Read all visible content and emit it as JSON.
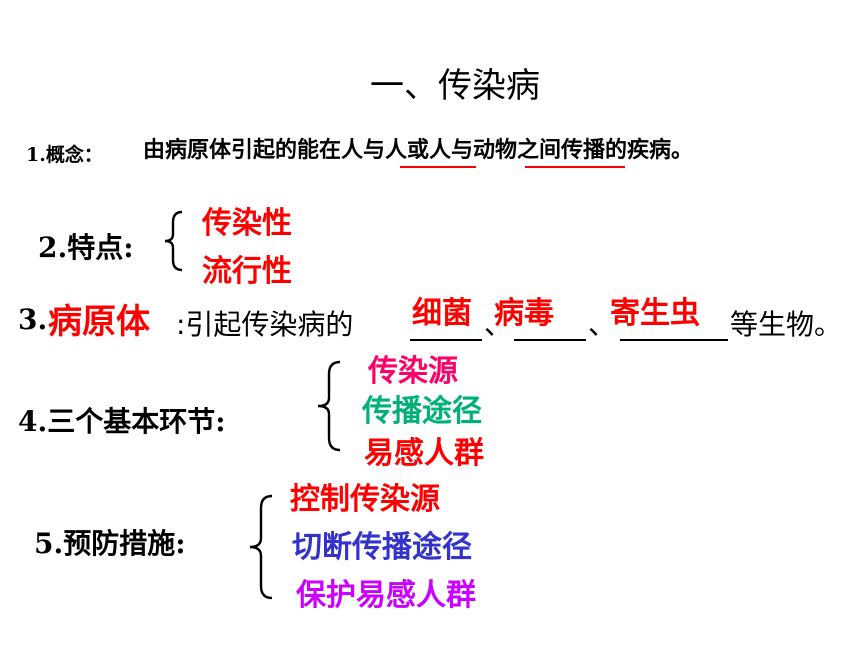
{
  "title": "一、传染病",
  "concept": {
    "label": "1.概念：",
    "text": "由病原体引起的能在人与人或人与动物之间传播的疾病。"
  },
  "features": {
    "label": "2.特点:",
    "items": [
      "传染性",
      "流行性"
    ]
  },
  "pathogen": {
    "prefix": "3.",
    "term": "病原体",
    "middle": ":引起传染病的",
    "items": [
      "细菌",
      "病毒",
      "寄生虫"
    ],
    "separator": "、",
    "suffix": "等生物。"
  },
  "links": {
    "label": "4.三个基本环节:",
    "items": [
      "传染源",
      "传播途径",
      "易感人群"
    ]
  },
  "prevention": {
    "label": "5.预防措施:",
    "items": [
      "控制传染源",
      "切断传播途径",
      "保护易感人群"
    ]
  },
  "colors": {
    "red": "#ff0000",
    "pink": "#ff0066",
    "green": "#00b07a",
    "blue": "#3333cc",
    "purple": "#cc00ff"
  }
}
